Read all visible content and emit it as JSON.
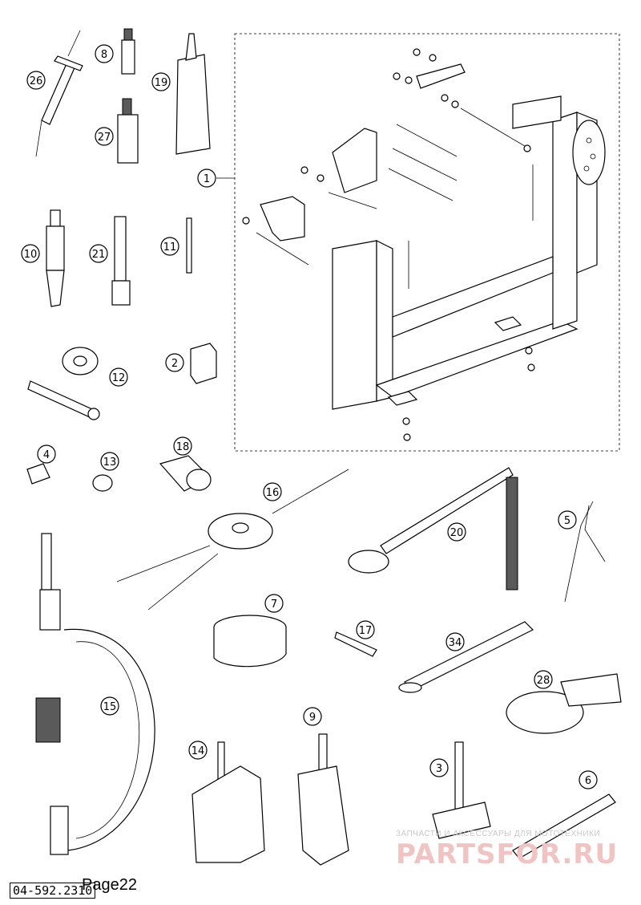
{
  "callouts": {
    "c1": "1",
    "c2": "2",
    "c3": "3",
    "c4": "4",
    "c5": "5",
    "c6": "6",
    "c7": "7",
    "c8": "8",
    "c9": "9",
    "c10": "10",
    "c11": "11",
    "c12": "12",
    "c13": "13",
    "c14": "14",
    "c15": "15",
    "c16": "16",
    "c17": "17",
    "c18": "18",
    "c19": "19",
    "c20": "20",
    "c21": "21",
    "c26": "26",
    "c27": "27",
    "c28": "28",
    "c34": "34"
  },
  "footer": {
    "part_code": "04-592.2310",
    "page_label": "Page22"
  },
  "watermark": {
    "caption": "ЗАПЧАСТИ И АКСЕССУАРЫ ДЛЯ МОТОТЕХНИКИ",
    "brand": "PARTSFOR.RU",
    "brand_color": "#f1c4c4"
  },
  "colors": {
    "line": "#000000",
    "background": "#ffffff"
  }
}
